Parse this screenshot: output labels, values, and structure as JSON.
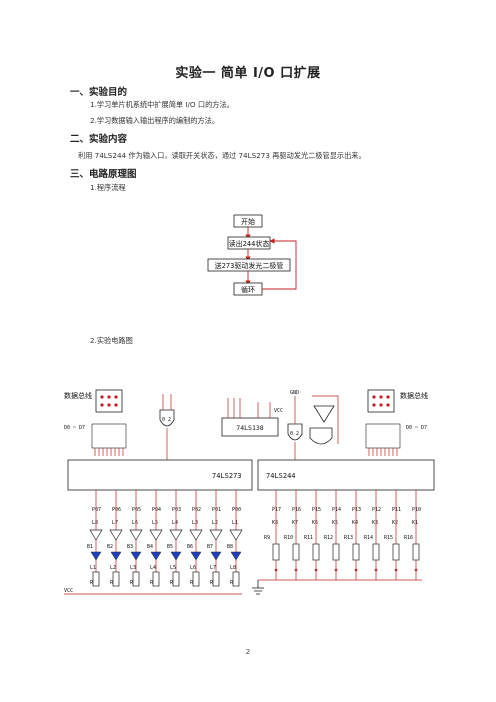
{
  "title": "实验一 简单 I/O 口扩展",
  "sections": {
    "s1": {
      "heading": "一、实验目的",
      "items": [
        "1.学习单片机系统中扩展简单 I/O 口的方法。",
        "2.学习数据输入输出程序的编制的方法。"
      ]
    },
    "s2": {
      "heading": "二、实验内容",
      "text": "利用 74LS244 作为输入口，读取开关状态，通过 74LS273 再驱动发光二极管显示出来。"
    },
    "s3": {
      "heading": "三、电路原理图",
      "item1": "1.程序流程",
      "item2": "2.实验电路图"
    }
  },
  "flow": {
    "start": "开始",
    "read": "读出244状态",
    "send": "送273驱动发光二极管",
    "loop": "循环"
  },
  "circuit": {
    "chip273": "74LS273",
    "chip244": "74LS244",
    "chip138": "74LS138",
    "gate_label": "0 2",
    "bus_left": "数据总线",
    "bus_right": "数据总线",
    "bus_range": "D0 ~ D7",
    "gnd": "GND",
    "vcc": "VCC",
    "p0": [
      "P07",
      "P06",
      "P05",
      "P04",
      "P03",
      "P02",
      "P01",
      "P00"
    ],
    "lcol": [
      "L8",
      "L7",
      "L6",
      "L5",
      "L4",
      "L3",
      "L2",
      "L1"
    ],
    "p1": [
      "P17",
      "P16",
      "P15",
      "P14",
      "P13",
      "P12",
      "P11",
      "P10"
    ],
    "kcol": [
      "K8",
      "K7",
      "K6",
      "K5",
      "K4",
      "K3",
      "K2",
      "K1"
    ],
    "rright": [
      "R9",
      "R10",
      "R11",
      "R12",
      "R13",
      "R14",
      "R15",
      "R16"
    ],
    "rleft": [
      "R1",
      "R2",
      "R3",
      "R4",
      "R5",
      "R6",
      "R7",
      "R8"
    ],
    "bled": [
      "B1",
      "B2",
      "B3",
      "B4",
      "B5",
      "B6",
      "B7",
      "B8"
    ],
    "lled": [
      "L1",
      "L2",
      "L3",
      "L4",
      "L5",
      "L6",
      "L7",
      "L8"
    ]
  },
  "page_number": "2"
}
